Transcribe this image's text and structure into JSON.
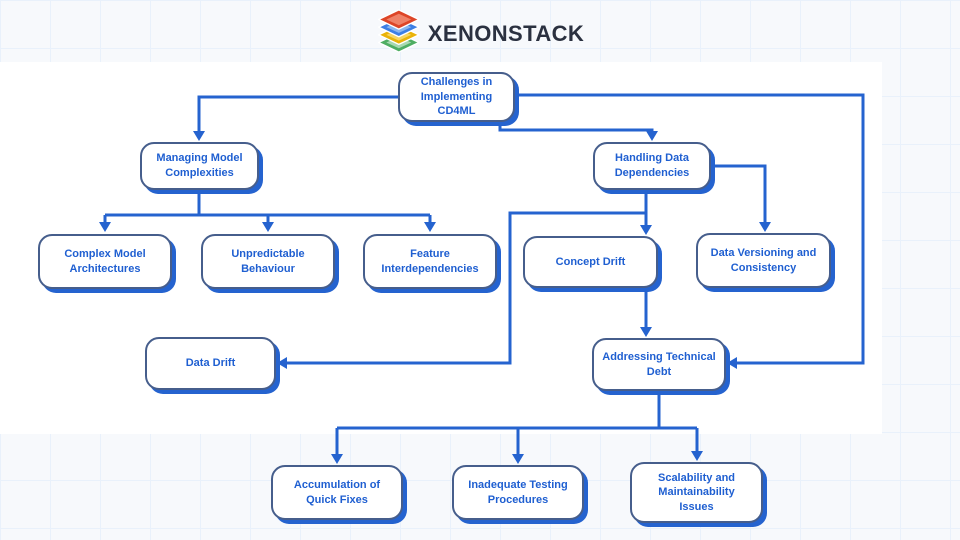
{
  "header": {
    "brand": "XENONSTACK",
    "logo_icon": "stacked-layers-icon"
  },
  "colors": {
    "background": "#f7f9fc",
    "grid_line": "#e9f1fb",
    "connector_blue": "#2563cf",
    "node_border": "#465e8c",
    "node_fill": "#ffffff",
    "node_text": "#1f5fd1",
    "brand_text": "#2b3140",
    "logo_red": "#dd4527",
    "logo_blue": "#3d7fe4",
    "logo_yellow": "#eab308",
    "logo_green": "#4fae63"
  },
  "diagram": {
    "nodes": [
      {
        "id": "challenges",
        "label": "Challenges in Implementing CD4ML"
      },
      {
        "id": "managing-model",
        "label": "Managing Model Complexities"
      },
      {
        "id": "handling-data",
        "label": "Handling Data Dependencies"
      },
      {
        "id": "complex-architectures",
        "label": "Complex Model Architectures"
      },
      {
        "id": "unpredictable-behaviour",
        "label": "Unpredictable Behaviour"
      },
      {
        "id": "feature-interdependencies",
        "label": "Feature Interdependencies"
      },
      {
        "id": "concept-drift",
        "label": "Concept Drift"
      },
      {
        "id": "data-versioning",
        "label": "Data Versioning and Consistency"
      },
      {
        "id": "data-drift",
        "label": "Data Drift"
      },
      {
        "id": "technical-debt",
        "label": "Addressing Technical Debt"
      },
      {
        "id": "quick-fixes",
        "label": "Accumulation of Quick Fixes"
      },
      {
        "id": "inadequate-testing",
        "label": "Inadequate Testing Procedures"
      },
      {
        "id": "scalability",
        "label": "Scalability and Maintainability Issues"
      }
    ],
    "edges": [
      {
        "from": "challenges",
        "to": "managing-model"
      },
      {
        "from": "challenges",
        "to": "handling-data"
      },
      {
        "from": "challenges",
        "to": "technical-debt"
      },
      {
        "from": "managing-model",
        "to": "complex-architectures"
      },
      {
        "from": "managing-model",
        "to": "unpredictable-behaviour"
      },
      {
        "from": "managing-model",
        "to": "feature-interdependencies"
      },
      {
        "from": "handling-data",
        "to": "concept-drift"
      },
      {
        "from": "handling-data",
        "to": "data-versioning"
      },
      {
        "from": "handling-data",
        "to": "data-drift"
      },
      {
        "from": "concept-drift",
        "to": "technical-debt"
      },
      {
        "from": "technical-debt",
        "to": "quick-fixes"
      },
      {
        "from": "technical-debt",
        "to": "inadequate-testing"
      },
      {
        "from": "technical-debt",
        "to": "scalability"
      }
    ]
  }
}
